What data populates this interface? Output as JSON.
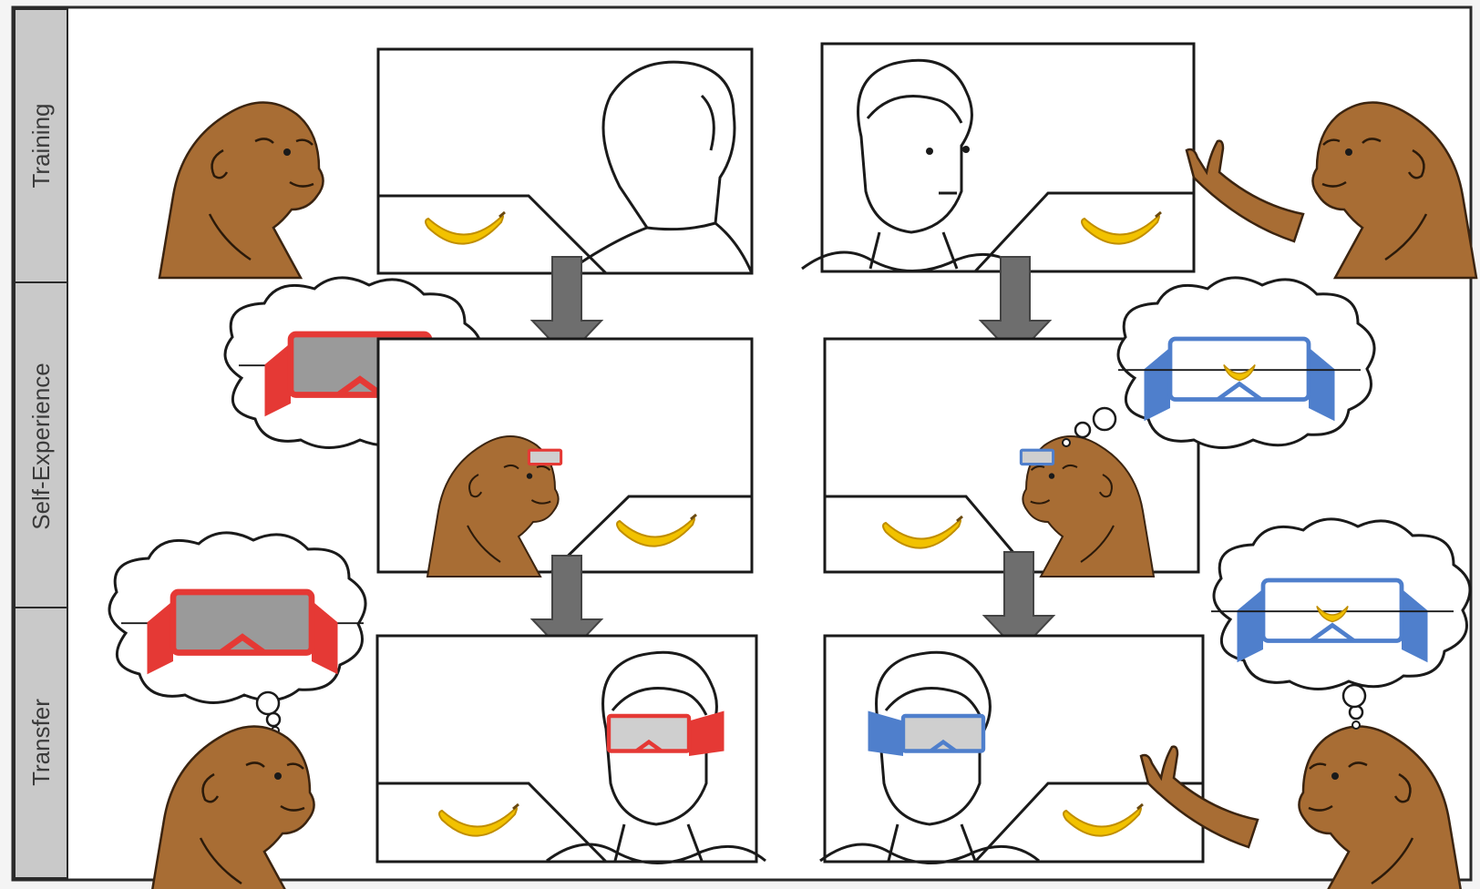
{
  "rows": [
    {
      "label": "Training"
    },
    {
      "label": "Self-Experience"
    },
    {
      "label": "Transfer"
    }
  ],
  "colors": {
    "ape_fur": "#a86d34",
    "banana": "#f2c200",
    "opaque_goggles": "#e53935",
    "transparent_goggles": "#4f7fcc",
    "arrow": "#6e6e6e",
    "sidebar": "#c9c9c9"
  },
  "icons": [
    "ape",
    "human-head",
    "banana",
    "goggles",
    "thought-bubble",
    "down-arrow",
    "occluder"
  ]
}
